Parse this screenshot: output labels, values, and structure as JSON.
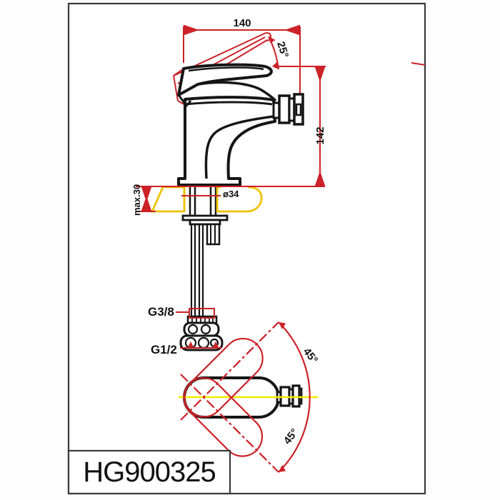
{
  "drawing": {
    "type": "technical-dimension-drawing",
    "subject": "bidet single-lever mixer faucet, side section view and top rotation view"
  },
  "title_block": {
    "part_number": "HG900325"
  },
  "side_view": {
    "dim_width_top": "140",
    "dim_height_right": "142",
    "handle_angle": "25°",
    "deck_thickness": "max.30",
    "hole_diameter": "ø34",
    "hose_thread": "G3/8",
    "nut_thread": "G1/2"
  },
  "top_view": {
    "rotation_up": "45°",
    "rotation_down": "45°"
  },
  "colors": {
    "dim_red": "#cc2127",
    "deck_yellow": "#eec200",
    "centerline_yellow": "#f2ea00",
    "line_black": "#151515",
    "frame_gray": "#3a3a3a"
  }
}
